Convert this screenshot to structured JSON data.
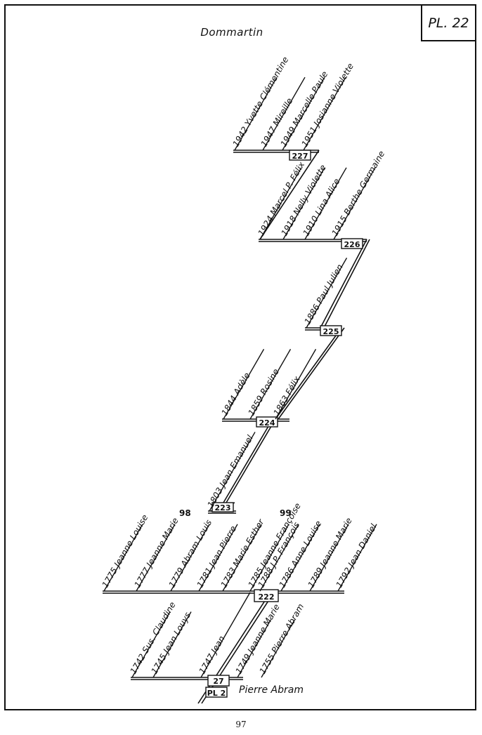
{
  "title": "Dommartin",
  "plate": "PL. 22",
  "page_number": "97",
  "root": {
    "name": "Pierre Abram",
    "ref": "PL 2",
    "node": "27"
  },
  "nodes": [
    {
      "id": "27",
      "children": [
        "1742 Sus. Claudine",
        "1745 Jean Louys",
        "1747 Jean",
        "1749 Jeanne Marie",
        "1755 Pierre Abram"
      ]
    },
    {
      "id": "222",
      "children": [
        "1775 Jeanne Louise",
        "1777 Jeanne Marie",
        "1779 Abram Louis",
        "1781 Jean Pierre",
        "1783 Marie Esther",
        "1785 Jeanne Françoise",
        "1788 J.P. François",
        "1786 Anne Louise",
        "1789 Jeanne Marie",
        "1792 Jean Daniel"
      ],
      "refs": [
        {
          "child": "1781 Jean Pierre",
          "plate": "98"
        },
        {
          "child": "1788 J.P. François",
          "plate": "99"
        }
      ]
    },
    {
      "id": "223",
      "children": [
        "1803 Jean Emanuel"
      ]
    },
    {
      "id": "224",
      "children": [
        "1844 Adèle",
        "1859 Rosine",
        "1863 Félix"
      ]
    },
    {
      "id": "225",
      "children": [
        "1886 Paul Julien"
      ]
    },
    {
      "id": "226",
      "children": [
        "1924 Marcel P. Félix",
        "1918 Nelly Violette",
        "1910 Lina Alice",
        "1915 Berthe Germaine"
      ]
    },
    {
      "id": "227",
      "children": [
        "1942 Yvette Clémentine",
        "1947 Mireille",
        "1949 Marcelle Paule",
        "1951 Josianne Violette"
      ]
    }
  ]
}
